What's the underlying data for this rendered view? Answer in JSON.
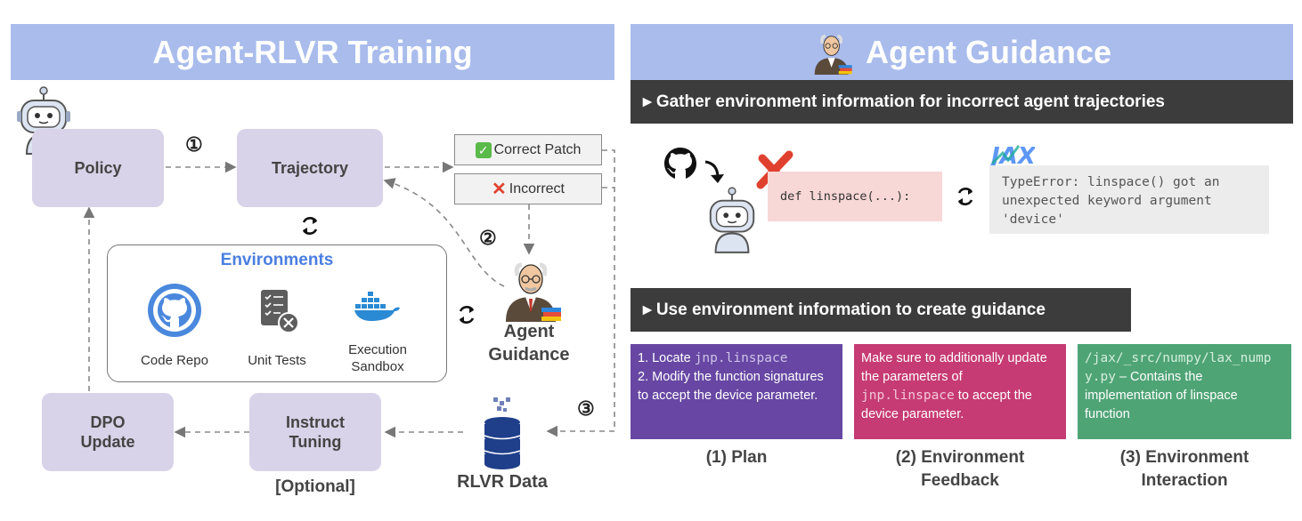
{
  "left_title": "Agent-RLVR Training",
  "right_title": "Agent Guidance",
  "nodes": {
    "policy": "Policy",
    "trajectory": "Trajectory",
    "dpo_update": "DPO Update",
    "instruct_tuning": "Instruct Tuning",
    "optional": "[Optional]"
  },
  "patches": {
    "correct": "Correct Patch",
    "incorrect": "Incorrect"
  },
  "step_numbers": [
    "①",
    "②",
    "③"
  ],
  "environments": {
    "title": "Environments",
    "items": [
      "Code Repo",
      "Unit Tests",
      "Execution Sandbox"
    ]
  },
  "agent_guidance_label": "Agent Guidance",
  "rlvr_data_label": "RLVR Data",
  "gather_bar": "▸ Gather environment information for incorrect agent trajectories",
  "use_bar": "▸ Use environment information to create guidance",
  "code_snippet": "def linspace(...):",
  "error_text": "TypeError: linspace() got an unexpected keyword argument 'device'",
  "jax_logo_text": "JAX",
  "cards": {
    "plan": {
      "l1_pre": "1. Locate ",
      "l1_code": "jnp.linspace",
      "l2": "2. Modify the function signatures to accept the device parameter."
    },
    "feedback": {
      "pre": "Make sure to additionally update the parameters of ",
      "code": "jnp.linspace",
      "post": " to accept the device parameter."
    },
    "interaction": {
      "code": "/jax/_src/numpy/lax_numpy.py",
      "post": " – Contains the implementation of linspace function"
    }
  },
  "captions": {
    "plan": "(1) Plan",
    "feedback": "(2) Environment Feedback",
    "interaction": "(3) Environment Interaction"
  },
  "colors": {
    "banner": "#a9bcec",
    "node": "#d8d3e8",
    "plan": "#6747a3",
    "feedback": "#c63b73",
    "interaction": "#4fa476",
    "env_title": "#4a7ee0",
    "dark_bar": "#3c3c3c"
  },
  "icons": [
    "robot-icon",
    "github-icon",
    "checklist-icon",
    "docker-icon",
    "professor-icon",
    "database-icon",
    "cycle-icon",
    "check-mark-icon",
    "cross-mark-icon",
    "jax-logo",
    "arrow-icon"
  ]
}
